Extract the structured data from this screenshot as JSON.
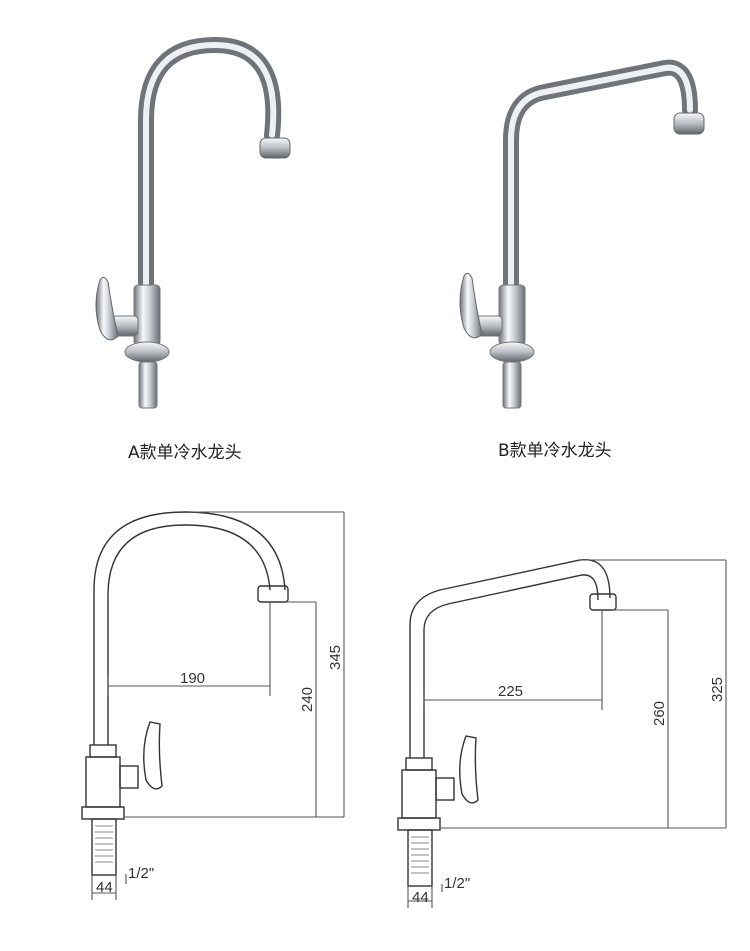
{
  "products": [
    {
      "caption": "A款单冷水龙头"
    },
    {
      "caption": "B款单冷水龙头"
    }
  ],
  "drawings": [
    {
      "width": "190",
      "outlet_height": "240",
      "total_height": "345",
      "base_width": "44",
      "thread": "1/2\""
    },
    {
      "width": "225",
      "outlet_height": "260",
      "total_height": "325",
      "base_width": "44",
      "thread": "1/2\""
    }
  ],
  "colors": {
    "chrome_dark": "#7a7f86",
    "chrome_light": "#f4f6f8",
    "line": "#555555"
  }
}
